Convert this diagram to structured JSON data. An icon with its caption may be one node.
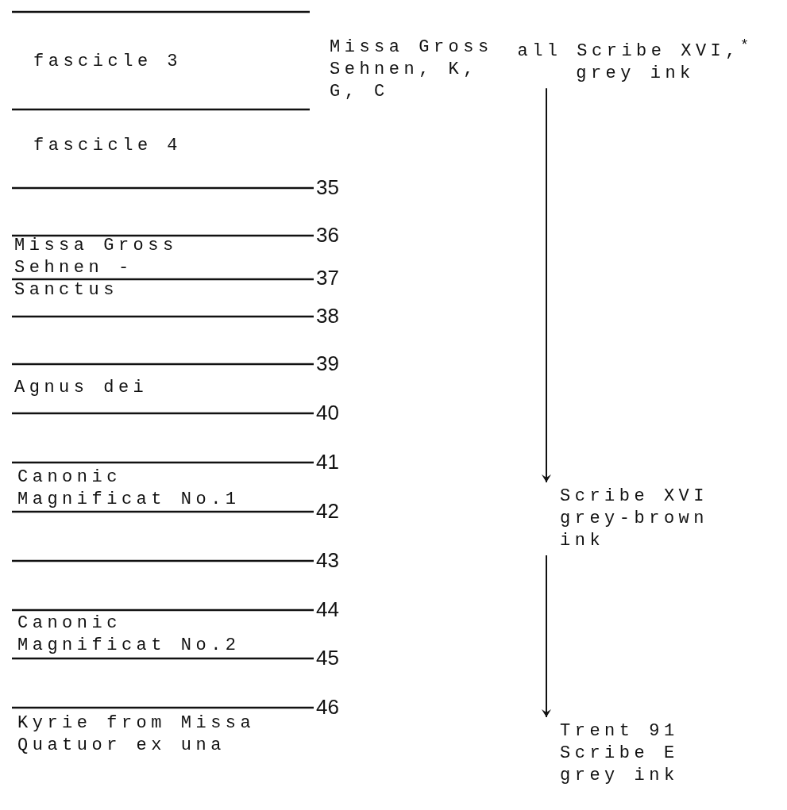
{
  "diagram": {
    "nodes": [
      {
        "text": [
          "all Scribe XVI,$^{*}$ grey ink"
        ]
      },
      {
        "text": [
          "Scribe XVI grey-brown ink"
        ]
      },
      {
        "text": [
          "Trent 91 Scribe E grey ink"
        ]
      }
    ],
    "edges": [
      {
        "from": 0,
        "to": 1,
        "arrow": "to"
      },
      {
        "from": 1,
        "to": 2,
        "arrow": "to"
      }
    ],
    "labels": [
      "fascicle 3",
      "Missa Gross Sehnen, K, G, C",
      "fascicle 4",
      "35",
      "36",
      "Missa Gross Sehnen - Sanctus",
      "37",
      "38",
      "39",
      "Agnus dei",
      "40",
      "41",
      "Canonic Magnificat No.1",
      "42",
      "43",
      "44",
      "Canonic Magnificat No.2",
      "45",
      "46",
      "Kyrie from Missa Quatuor ex una"
    ]
  }
}
